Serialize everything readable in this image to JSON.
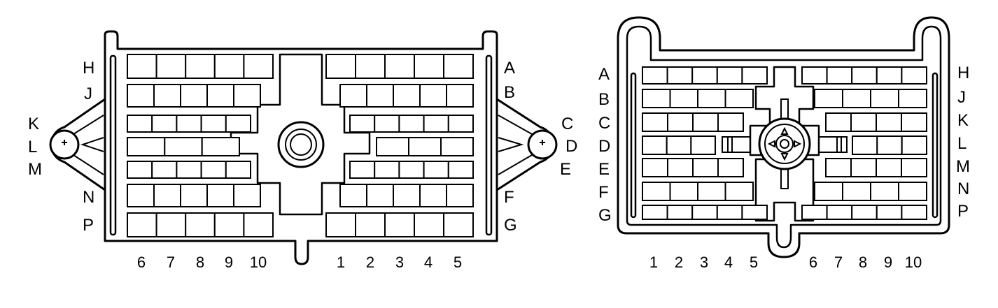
{
  "left_connector": {
    "left_rows": [
      "H",
      "J",
      "K",
      "L",
      "M",
      "N",
      "P"
    ],
    "right_rows": [
      "A",
      "B",
      "C",
      "D",
      "E",
      "F",
      "G"
    ],
    "columns": [
      "6",
      "7",
      "8",
      "9",
      "10",
      "1",
      "2",
      "3",
      "4",
      "5"
    ]
  },
  "right_connector": {
    "left_rows": [
      "A",
      "B",
      "C",
      "D",
      "E",
      "F",
      "G"
    ],
    "right_rows": [
      "H",
      "J",
      "K",
      "L",
      "M",
      "N",
      "P"
    ],
    "columns": [
      "1",
      "2",
      "3",
      "4",
      "5",
      "6",
      "7",
      "8",
      "9",
      "10"
    ]
  }
}
